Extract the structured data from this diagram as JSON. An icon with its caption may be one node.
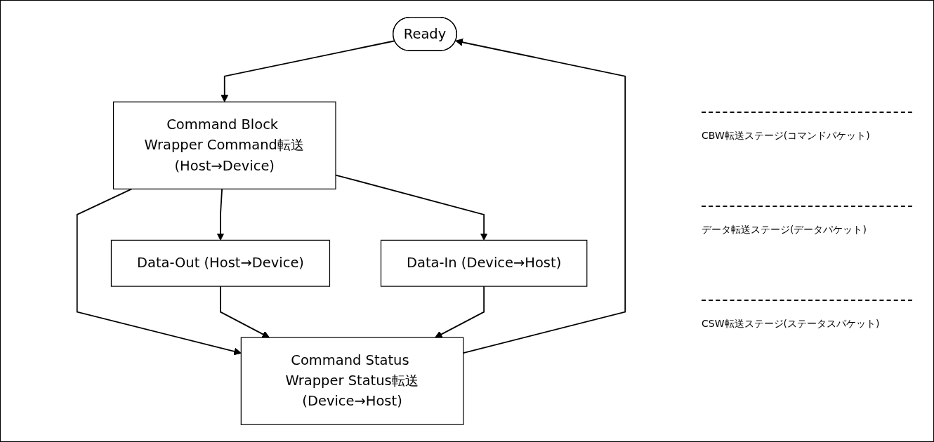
{
  "diagram": {
    "nodes": [
      {
        "text": [
          "Ready"
        ]
      },
      {
        "text": [
          "Command Block Wrapper Command転送(Host→Device)"
        ]
      },
      {
        "text": [
          "Data-Out (Host→Device)"
        ]
      },
      {
        "text": [
          "Data-In (Device→Host)"
        ]
      },
      {
        "text": [
          "Command Status Wrapper Status転送(Device→Host)"
        ]
      }
    ],
    "edges": [
      {
        "from": 0,
        "to": 1,
        "arrow": "to"
      },
      {
        "from": 1,
        "to": 2,
        "arrow": "to"
      },
      {
        "from": 1,
        "to": 4,
        "arrow": "to"
      },
      {
        "from": 1,
        "to": 3,
        "arrow": "to"
      },
      {
        "from": 2,
        "to": 4,
        "arrow": "to"
      },
      {
        "from": 3,
        "to": 4,
        "arrow": "to"
      },
      {
        "from": 4,
        "to": 0,
        "arrow": "to"
      }
    ],
    "labels": [
      "CBW転送ステージ(コマンドパケット)",
      "データ転送ステージ(データパケット)",
      "CSW転送ステージ(ステータスパケット)"
    ]
  }
}
